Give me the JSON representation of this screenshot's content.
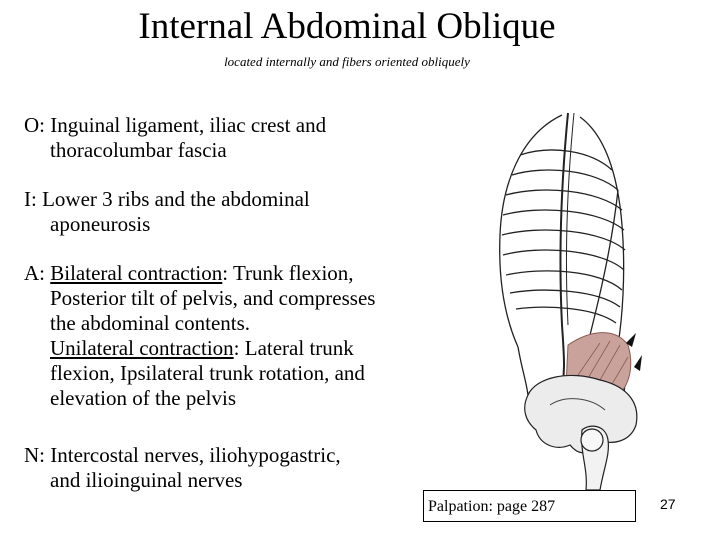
{
  "title": "Internal Abdominal Oblique",
  "subtitle": "located internally and fibers oriented obliquely",
  "origin": {
    "label": "O:",
    "line1": "Inguinal ligament, iliac crest and",
    "line2": "thoracolumbar fascia"
  },
  "insertion": {
    "label": "I:",
    "line1": "Lower 3 ribs and the abdominal",
    "line2": "aponeurosis"
  },
  "action": {
    "label": "A:",
    "bilateral_label": "Bilateral contraction",
    "bilateral_line1": ": Trunk flexion,",
    "bilateral_line2": "Posterior tilt of pelvis, and compresses",
    "bilateral_line3": "the abdominal contents.",
    "unilateral_label": "Unilateral contraction",
    "unilateral_line1": ": Lateral trunk",
    "unilateral_line2": "flexion, Ipsilateral trunk rotation, and",
    "unilateral_line3": "elevation of the pelvis"
  },
  "nerve": {
    "label": "N:",
    "line1": "Intercostal nerves, iliohypogastric,",
    "line2": "and ilioinguinal nerves"
  },
  "palpation": "Palpation: page 287",
  "page_number": "27",
  "illustration": {
    "icon": "anatomy-illustration-icon",
    "muscle_color": "#c9a39b"
  }
}
